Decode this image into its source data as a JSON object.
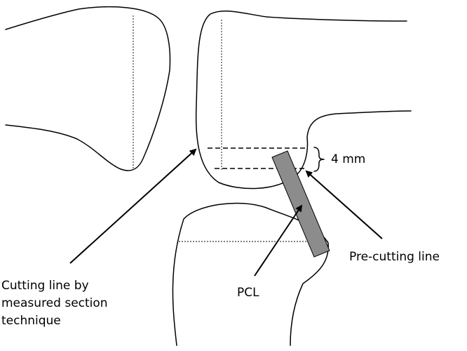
{
  "labels": {
    "gap": "4 mm",
    "pre_cutting_line": "Pre-cutting line",
    "pcl": "PCL",
    "measured_section_line1": "Cutting line by",
    "measured_section_line2": "measured section",
    "measured_section_line3": "technique"
  },
  "colors": {
    "bone_outline": "#000000",
    "pcl_fill": "#8c8c8c",
    "background": "#ffffff"
  }
}
